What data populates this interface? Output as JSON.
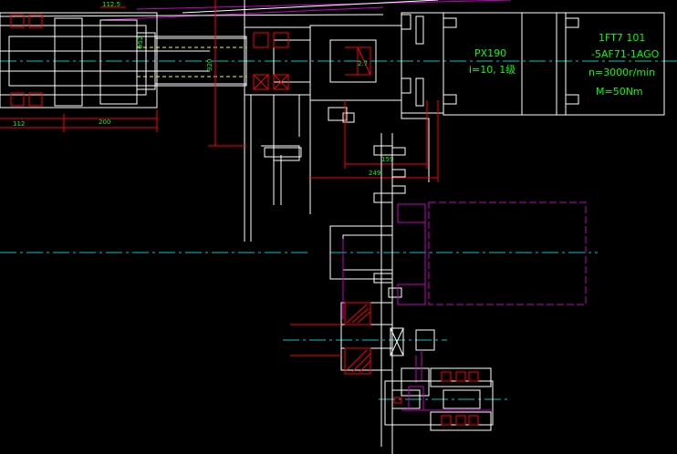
{
  "colors": {
    "background": "#000000",
    "white": "#ffffff",
    "green": "#00ff00",
    "red": "#ff0000",
    "cyan": "#00c8c8",
    "magenta": "#c800c8",
    "yellow": "#ffff00"
  },
  "motor_box": {
    "gearbox_label": "PX190",
    "ratio_label": "i=10, 1级",
    "motor_model": "1FT7 101",
    "motor_code": "-5AF71-1AGO",
    "speed": "n=3000r/min",
    "torque": "M=50Nm"
  },
  "dimensions": {
    "top_small": "112.5",
    "left_vertical": "320",
    "shaft_marker": "Φ52",
    "lower_left_1": "112",
    "lower_left_2": "200",
    "mid_1": "159",
    "mid_2": "249",
    "top_right": "2.7"
  }
}
